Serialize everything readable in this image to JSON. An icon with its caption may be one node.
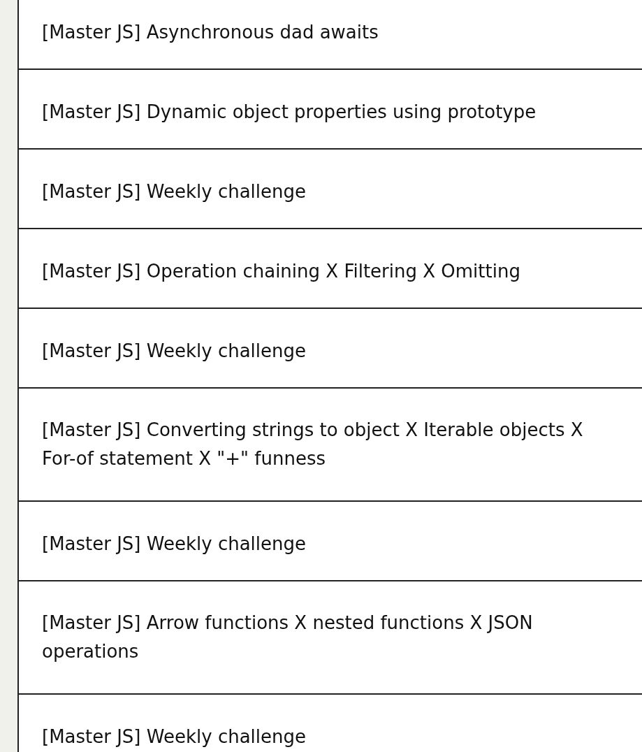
{
  "diagram": {
    "nodes": [
      {
        "text": [
          "[Master JS] Asynchronous dad awaits"
        ]
      },
      {
        "text": [
          "[Master JS] Dynamic object properties using prototype"
        ]
      },
      {
        "text": [
          "[Master JS] Weekly challenge"
        ]
      },
      {
        "text": [
          "[Master JS] Operation chaining X Filtering X Omitting"
        ]
      },
      {
        "text": [
          "[Master JS] Weekly challenge"
        ]
      },
      {
        "text": [
          "[Master JS] Converting strings to object X Iterable objects X For-of statement X \"+\" funness"
        ]
      },
      {
        "text": [
          "[Master JS] Weekly challenge"
        ]
      },
      {
        "text": [
          "[Master JS] Arrow functions X nested functions X JSON operations"
        ]
      },
      {
        "text": [
          "[Master JS] Weekly challenge"
        ]
      }
    ]
  }
}
